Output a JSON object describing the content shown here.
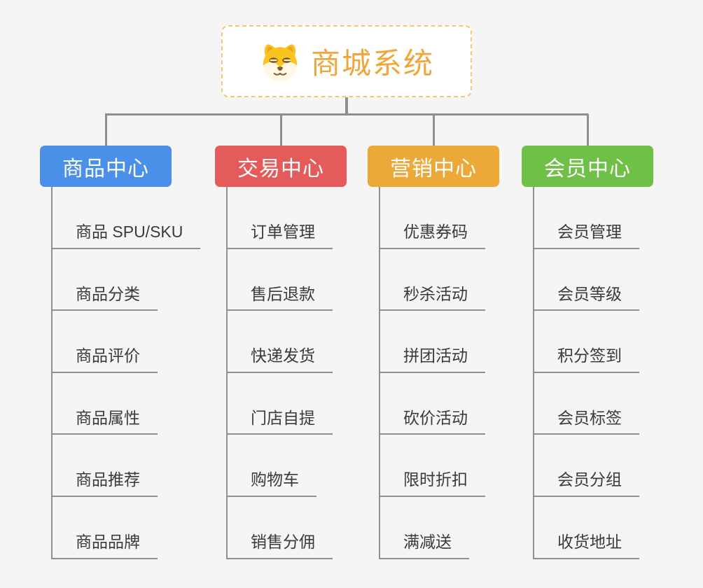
{
  "root": {
    "title": "商城系统",
    "icon": "dog-face-icon",
    "title_color": "#f1a63b",
    "border_color": "#f6c678"
  },
  "branches": [
    {
      "id": "product",
      "label": "商品中心",
      "color": "#4a90e8",
      "items": [
        "商品 SPU/SKU",
        "商品分类",
        "商品评价",
        "商品属性",
        "商品推荐",
        "商品品牌"
      ]
    },
    {
      "id": "trade",
      "label": "交易中心",
      "color": "#e55b5b",
      "items": [
        "订单管理",
        "售后退款",
        "快递发货",
        "门店自提",
        "购物车",
        "销售分佣"
      ]
    },
    {
      "id": "marketing",
      "label": "营销中心",
      "color": "#eca937",
      "items": [
        "优惠券码",
        "秒杀活动",
        "拼团活动",
        "砍价活动",
        "限时折扣",
        "满减送"
      ]
    },
    {
      "id": "member",
      "label": "会员中心",
      "color": "#6fc046",
      "items": [
        "会员管理",
        "会员等级",
        "积分签到",
        "会员标签",
        "会员分组",
        "收货地址"
      ]
    }
  ],
  "style": {
    "background": "#f5f5f5",
    "connector_color": "#8f8f8f",
    "item_text_color": "#3a3a3a"
  }
}
